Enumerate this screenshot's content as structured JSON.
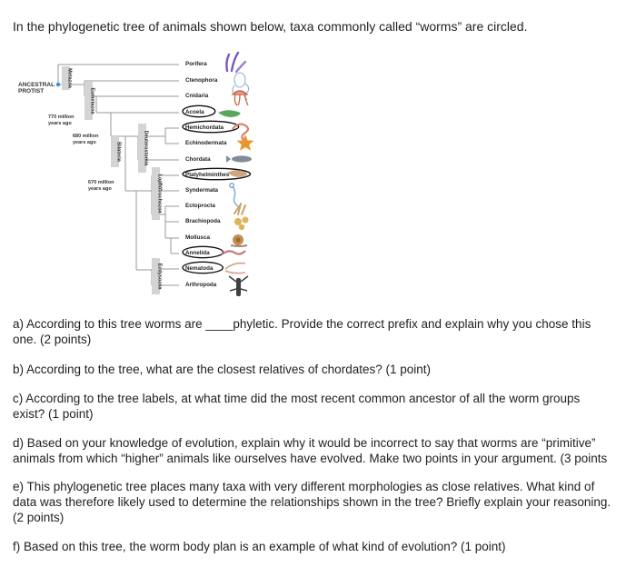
{
  "intro": "In the phylogenetic tree of animals shown below, taxa commonly called “worms” are circled.",
  "tree": {
    "root_label_line1": "ANCESTRAL",
    "root_label_line2": "PROTIST",
    "clades": {
      "metazoa": "Metazoa",
      "eumetazoa": "Eumetazoa",
      "bilateria": "Bilateria",
      "deuterostomia": "Deuterostomia",
      "lophotrochozoa": "Lophotrochozoa",
      "ecdysozoa": "Ecdysozoa"
    },
    "times": {
      "t770_line1": "770 million",
      "t770_line2": "years ago",
      "t680_line1": "680 million",
      "t680_line2": "years ago",
      "t670_line1": "670 million",
      "t670_line2": "years ago"
    },
    "taxa": [
      {
        "name": "Porifera",
        "circled": false,
        "icon": "sponge-icon"
      },
      {
        "name": "Ctenophora",
        "circled": false,
        "icon": "comb-jelly-icon"
      },
      {
        "name": "Cnidaria",
        "circled": false,
        "icon": "jellyfish-icon"
      },
      {
        "name": "Acoela",
        "circled": true,
        "icon": "flatworm-icon"
      },
      {
        "name": "Hemichordata",
        "circled": true,
        "icon": "acorn-worm-icon"
      },
      {
        "name": "Echinodermata",
        "circled": false,
        "icon": "starfish-icon"
      },
      {
        "name": "Chordata",
        "circled": false,
        "icon": "fish-icon"
      },
      {
        "name": "Platyhelminthes",
        "circled": true,
        "icon": "planarian-icon"
      },
      {
        "name": "Syndermata",
        "circled": false,
        "icon": "rotifer-icon"
      },
      {
        "name": "Ectoprocta",
        "circled": false,
        "icon": "bryozoan-icon"
      },
      {
        "name": "Brachiopoda",
        "circled": false,
        "icon": "brachiopod-icon"
      },
      {
        "name": "Mollusca",
        "circled": false,
        "icon": "snail-icon"
      },
      {
        "name": "Annelida",
        "circled": true,
        "icon": "earthworm-icon"
      },
      {
        "name": "Nematoda",
        "circled": true,
        "icon": "roundworm-icon"
      },
      {
        "name": "Arthropoda",
        "circled": false,
        "icon": "lobster-icon"
      }
    ],
    "colors": {
      "lines": "#9a9a9a",
      "clade_box": "#d4d4d4",
      "root_dot": "#3a8fd0",
      "circle": "#111111"
    }
  },
  "questions": [
    {
      "lines": [
        "a) According to this tree worms are ____phyletic. Provide the correct prefix and explain why you chose this",
        "one. (2 points)"
      ]
    },
    {
      "lines": [
        "b) According to the tree, what are the closest relatives of chordates? (1 point)"
      ]
    },
    {
      "lines": [
        "c) According to the tree labels, at what time did the most recent common ancestor of all the worm groups",
        "exist? (1 point)"
      ]
    },
    {
      "lines": [
        "d) Based on your knowledge of evolution, explain why it would be incorrect to say that worms are “primitive”",
        "animals from which “higher” animals like ourselves have evolved. Make two points in your argument. (3 points"
      ]
    },
    {
      "lines": [
        "e) This phylogenetic tree places many taxa with very different morphologies as close relatives. What kind of",
        "data was therefore likely used to determine the relationships shown in the tree? Briefly explain your reasoning.",
        "(2 points)"
      ]
    },
    {
      "lines": [
        "f) Based on this tree, the worm body plan is an example of what kind of evolution? (1 point)"
      ]
    }
  ]
}
